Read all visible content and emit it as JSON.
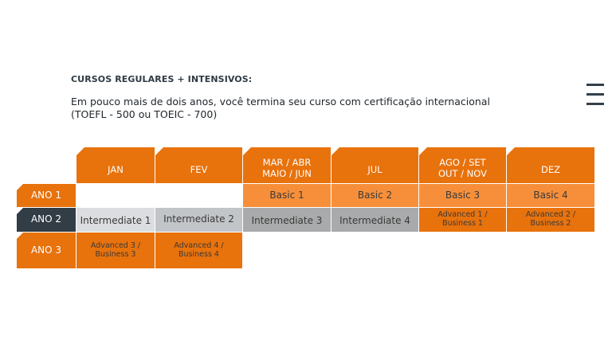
{
  "heading": "CURSOS REGULARES + INTENSIVOS:",
  "description": {
    "line1": "Em pouco mais de dois anos, você termina seu curso com certificação internacional",
    "line2": "(TOEFL - 500 ou TOEIC - 700)"
  },
  "menu_icon": "hamburger-menu-icon",
  "colors": {
    "orange": "#e8720c",
    "light_orange": "#f78f3a",
    "dark": "#323d46",
    "gray_light": "#dcdde0",
    "gray_mid": "#c2c5c8",
    "gray_dark": "#a9aaab"
  },
  "table": {
    "columns": [
      {
        "label": "JAN"
      },
      {
        "label": "FEV"
      },
      {
        "label": "MAR / ABR",
        "label2": "MAIO / JUN"
      },
      {
        "label": "JUL"
      },
      {
        "label": "AGO / SET",
        "label2": "OUT / NOV"
      },
      {
        "label": "DEZ"
      }
    ],
    "rows": [
      {
        "label": "ANO 1",
        "cells": [
          "",
          "",
          "Basic 1",
          "Basic 2",
          "Basic 3",
          "Basic 4"
        ]
      },
      {
        "label": "ANO 2",
        "cells": [
          "Intermediate 1",
          "Intermediate 2",
          "Intermediate 3",
          "Intermediate 4",
          "Advanced 1 /",
          "Advanced 2 /"
        ],
        "cells2": [
          "",
          "",
          "",
          "",
          "Business 1",
          "Business 2"
        ]
      },
      {
        "label": "ANO 3",
        "cells": [
          "Advanced 3 /",
          "Advanced 4 /",
          "",
          "",
          "",
          ""
        ],
        "cells2": [
          "Business 3",
          "Business 4",
          "",
          "",
          "",
          ""
        ]
      }
    ]
  }
}
